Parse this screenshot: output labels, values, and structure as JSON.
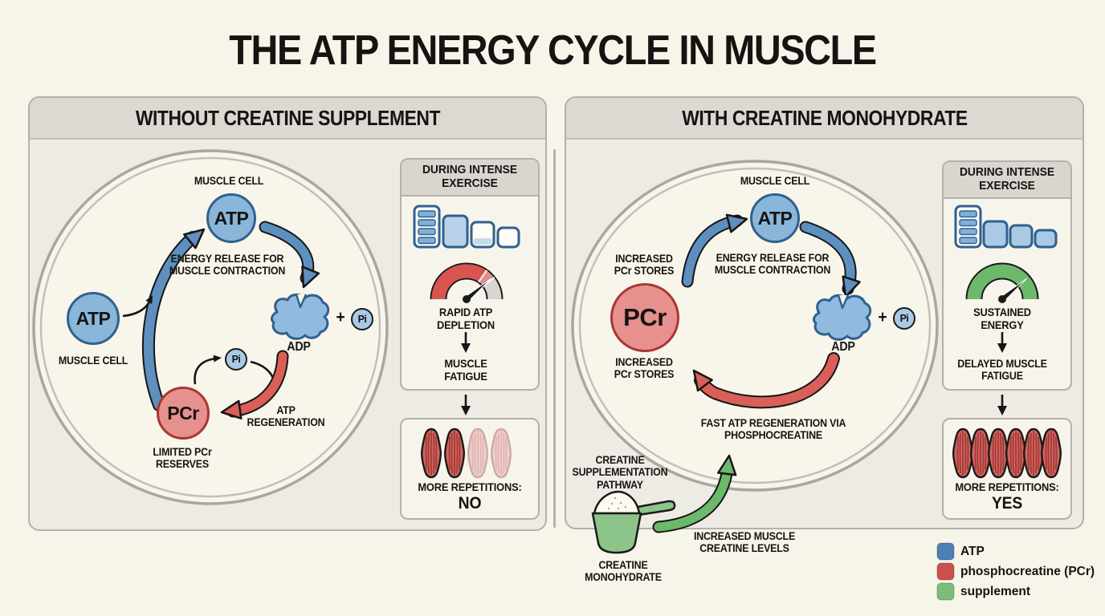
{
  "title": "THE ATP ENERGY CYCLE IN MUSCLE",
  "left": {
    "header": "WITHOUT CREATINE SUPPLEMENT",
    "cell_label_top": "MUSCLE CELL",
    "cell_label_left": "MUSCLE CELL",
    "atp": "ATP",
    "atp_small": "ATP",
    "pcr": "PCr",
    "pi_right": "Pi",
    "pi_mid": "Pi",
    "adp": "ADP",
    "plus": "+",
    "energy_release": "ENERGY RELEASE FOR MUSCLE CONTRACTION",
    "regeneration": "ATP REGENERATION",
    "pcr_caption": "LIMITED PCr RESERVES",
    "exercise": {
      "header": "DURING INTENSE EXERCISE",
      "gauge_caption": "RAPID ATP DEPLETION",
      "result": "MUSCLE FATIGUE"
    },
    "reps": {
      "label": "MORE REPETITIONS:",
      "value": "NO"
    }
  },
  "right": {
    "header": "WITH CREATINE MONOHYDRATE",
    "cell_label_top": "MUSCLE CELL",
    "atp": "ATP",
    "pcr": "PCr",
    "pi": "Pi",
    "adp": "ADP",
    "plus": "+",
    "energy_release": "ENERGY RELEASE FOR MUSCLE CONTRACTION",
    "increased_above": "INCREASED PCr STORES",
    "increased_below": "INCREASED PCr STORES",
    "fast_regen": "FAST ATP REGENERATION VIA PHOSPHOCREATINE",
    "pathway": "CREATINE SUPPLEMENTATION PATHWAY",
    "scoop_label": "CREATINE MONOHYDRATE",
    "arrow_label": "INCREASED MUSCLE CREATINE LEVELS",
    "exercise": {
      "header": "DURING INTENSE EXERCISE",
      "gauge_caption": "SUSTAINED ENERGY",
      "result": "DELAYED MUSCLE FATIGUE"
    },
    "reps": {
      "label": "MORE REPETITIONS:",
      "value": "YES"
    }
  },
  "legend": {
    "items": [
      {
        "label": "ATP",
        "color": "#4a80b5"
      },
      {
        "label": "phosphocreatine (PCr)",
        "color": "#cd4f4b"
      },
      {
        "label": "supplement",
        "color": "#7cbd79"
      }
    ]
  },
  "colors": {
    "background": "#f7f4ea",
    "atp_fill": "#8ab6da",
    "atp_border": "#2f618e",
    "pcr_fill": "#e6918d",
    "pcr_border": "#a93734",
    "pi_fill": "#a9cae6",
    "arrow_blue": "#5d8fbf",
    "arrow_red": "#d95f57",
    "arrow_green": "#6cb96c"
  }
}
